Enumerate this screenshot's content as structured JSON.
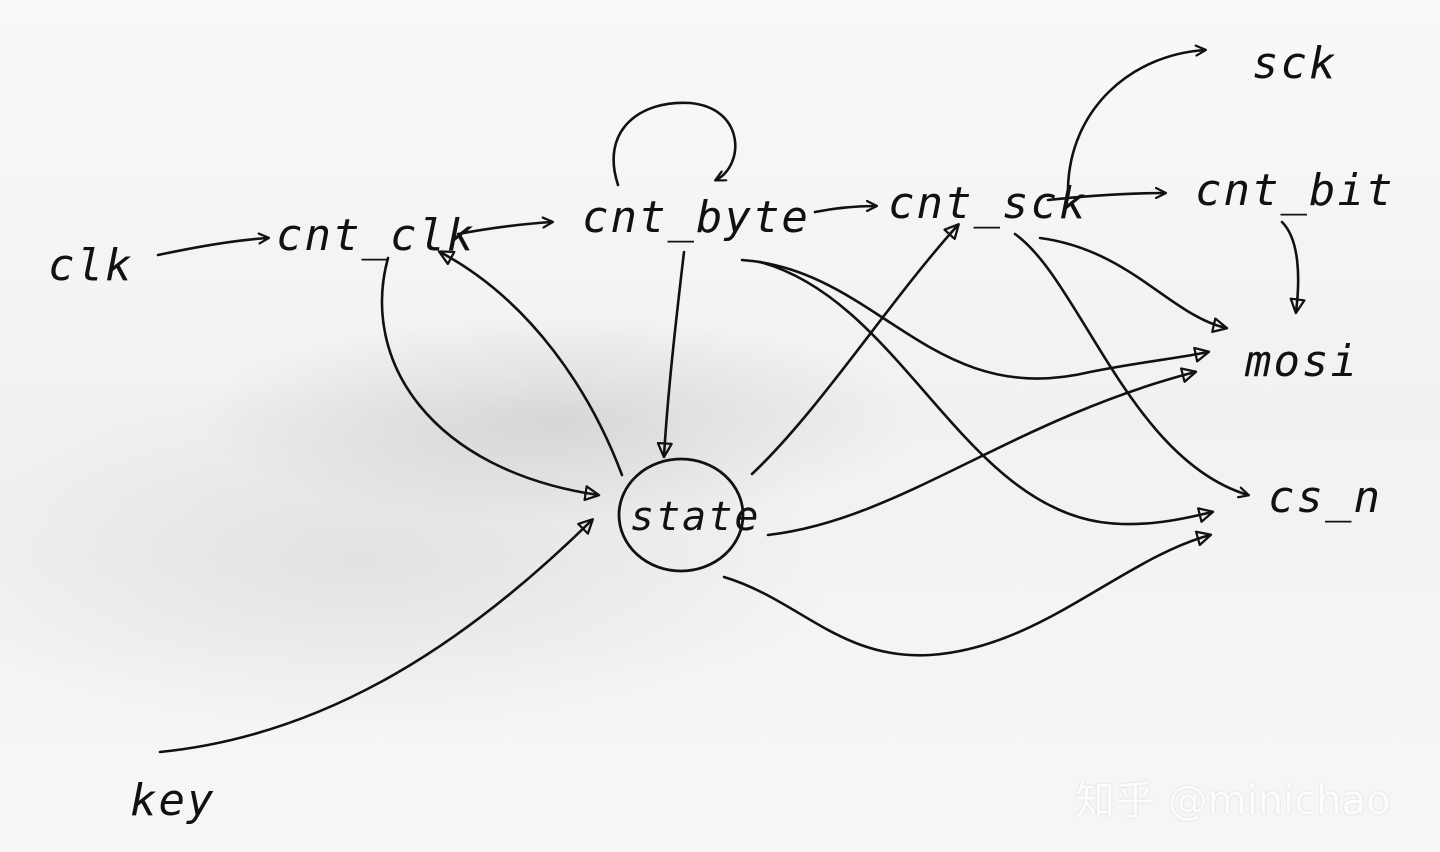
{
  "diagram": {
    "nodes": {
      "clk": "clk",
      "cnt_clk": "cnt_clk",
      "cnt_byte": "cnt_byte",
      "cnt_sck": "cnt_sck",
      "cnt_bit": "cnt_bit",
      "sck": "sck",
      "mosi": "mosi",
      "cs_n": "cs_n",
      "state": "state",
      "key": "key"
    },
    "edges": [
      {
        "from": "clk",
        "to": "cnt_clk"
      },
      {
        "from": "cnt_clk",
        "to": "cnt_byte"
      },
      {
        "from": "cnt_byte",
        "to": "cnt_byte"
      },
      {
        "from": "cnt_byte",
        "to": "cnt_sck"
      },
      {
        "from": "cnt_sck",
        "to": "cnt_bit"
      },
      {
        "from": "cnt_sck",
        "to": "sck"
      },
      {
        "from": "cnt_bit",
        "to": "mosi"
      },
      {
        "from": "cnt_clk",
        "to": "state"
      },
      {
        "from": "state",
        "to": "cnt_clk"
      },
      {
        "from": "cnt_byte",
        "to": "state"
      },
      {
        "from": "state",
        "to": "cnt_sck"
      },
      {
        "from": "key",
        "to": "state"
      },
      {
        "from": "cnt_byte",
        "to": "mosi"
      },
      {
        "from": "cnt_sck",
        "to": "mosi"
      },
      {
        "from": "state",
        "to": "mosi"
      },
      {
        "from": "cnt_byte",
        "to": "cs_n"
      },
      {
        "from": "cnt_sck",
        "to": "cs_n"
      },
      {
        "from": "state",
        "to": "cs_n"
      }
    ]
  },
  "watermark": "知乎 @minichao"
}
